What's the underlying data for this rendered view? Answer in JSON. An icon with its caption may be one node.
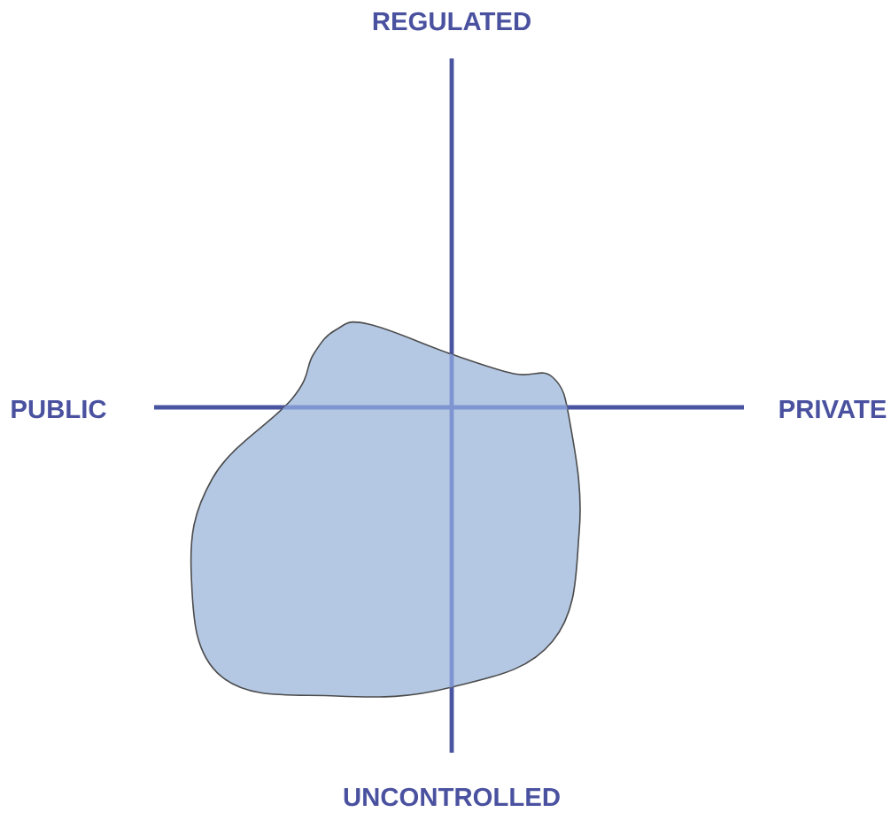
{
  "diagram": {
    "labels": [
      "REGULATED",
      "PUBLIC",
      "PRIVATE",
      "UNCONTROLLED"
    ]
  }
}
